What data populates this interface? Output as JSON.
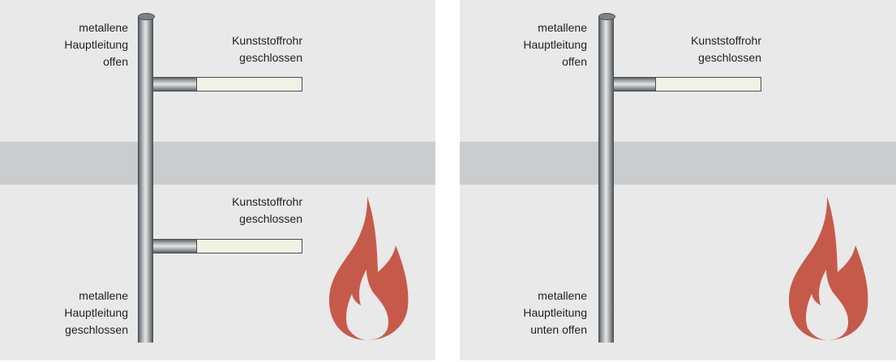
{
  "colors": {
    "background": "#e9e9e9",
    "ceiling": "#cbcccd",
    "flame": "#c65a4a",
    "plastic": "#f1f1e4"
  },
  "left": {
    "top_main": [
      "metallene",
      "Hauptleitung",
      "offen"
    ],
    "top_branch": [
      "Kunststoffrohr",
      "geschlossen"
    ],
    "bottom_branch": [
      "Kunststoffrohr",
      "geschlossen"
    ],
    "bottom_main": [
      "metallene",
      "Hauptleitung",
      "geschlossen"
    ],
    "icon": "fire-icon"
  },
  "right": {
    "top_main": [
      "metallene",
      "Hauptleitung",
      "offen"
    ],
    "top_branch": [
      "Kunststoffrohr",
      "geschlossen"
    ],
    "bottom_main": [
      "metallene",
      "Hauptleitung",
      "unten offen"
    ],
    "icon": "fire-icon"
  }
}
